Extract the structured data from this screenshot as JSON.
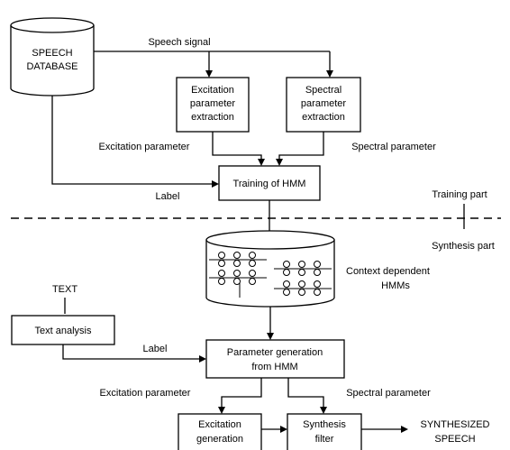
{
  "blocks": {
    "speech_database": [
      "SPEECH",
      "DATABASE"
    ],
    "excitation_extraction": [
      "Excitation",
      "parameter",
      "extraction"
    ],
    "spectral_extraction": [
      "Spectral",
      "parameter",
      "extraction"
    ],
    "training_hmm": [
      "Training of HMM"
    ],
    "context_hmms": [
      "Context dependent",
      "HMMs"
    ],
    "text": [
      "TEXT"
    ],
    "text_analysis": [
      "Text analysis"
    ],
    "parameter_generation": [
      "Parameter generation",
      "from HMM"
    ],
    "excitation_generation": [
      "Excitation",
      "generation"
    ],
    "synthesis_filter": [
      "Synthesis",
      "filter"
    ],
    "synthesized_speech": [
      "SYNTHESIZED",
      "SPEECH"
    ]
  },
  "labels": {
    "speech_signal": "Speech signal",
    "excitation_parameter_top": "Excitation parameter",
    "spectral_parameter_top": "Spectral parameter",
    "label_top": "Label",
    "training_part": "Training part",
    "synthesis_part": "Synthesis part",
    "label_bottom": "Label",
    "excitation_parameter_bottom": "Excitation parameter",
    "spectral_parameter_bottom": "Spectral parameter"
  }
}
